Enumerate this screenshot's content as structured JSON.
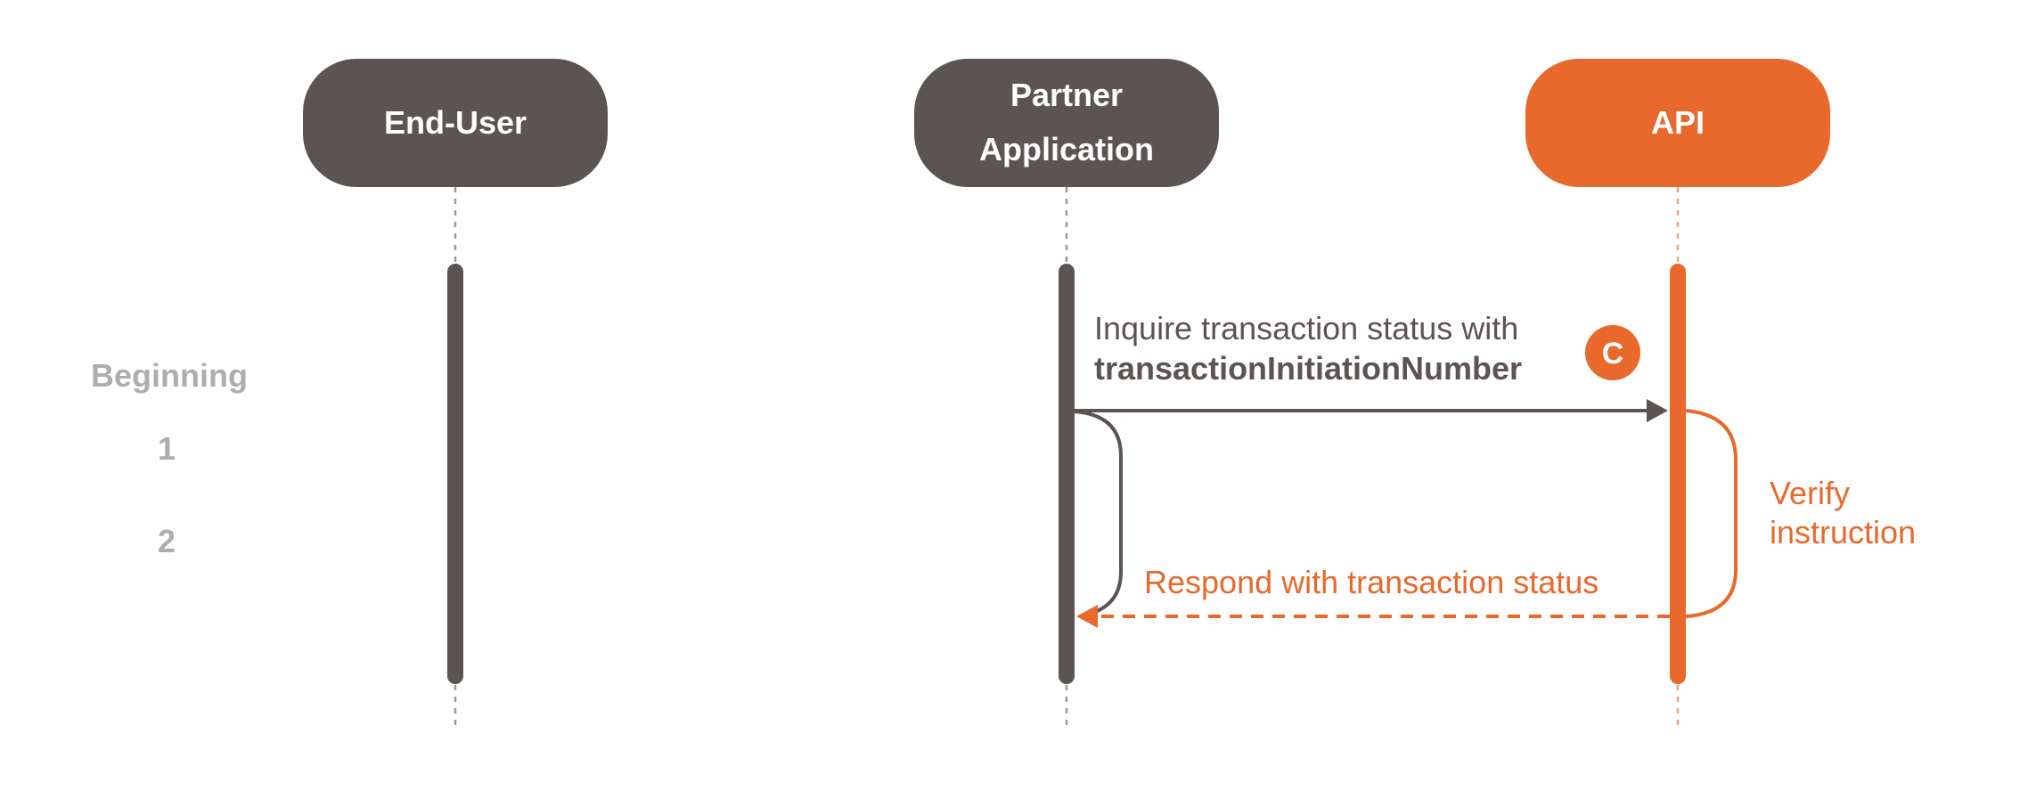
{
  "colors": {
    "dark": "#5c5453",
    "orange": "#e8692b",
    "muted": "#adadad",
    "dashed_lifeline": "#9a9a9a",
    "dashed_lifeline_orange": "#f2a27e"
  },
  "actors": [
    {
      "name_line1": "End-User",
      "name_line2": "",
      "color": "dark"
    },
    {
      "name_line1": "Partner",
      "name_line2": "Application",
      "color": "dark"
    },
    {
      "name_line1": "API",
      "name_line2": "",
      "color": "orange"
    }
  ],
  "steps": [
    "Beginning",
    "1",
    "2"
  ],
  "messages": {
    "request_line1": "Inquire transaction status with",
    "request_line2": "transactionInitiationNumber",
    "request_badge": "C",
    "process_line1": "Verify",
    "process_line2": "instruction",
    "response": "Respond with transaction status"
  }
}
